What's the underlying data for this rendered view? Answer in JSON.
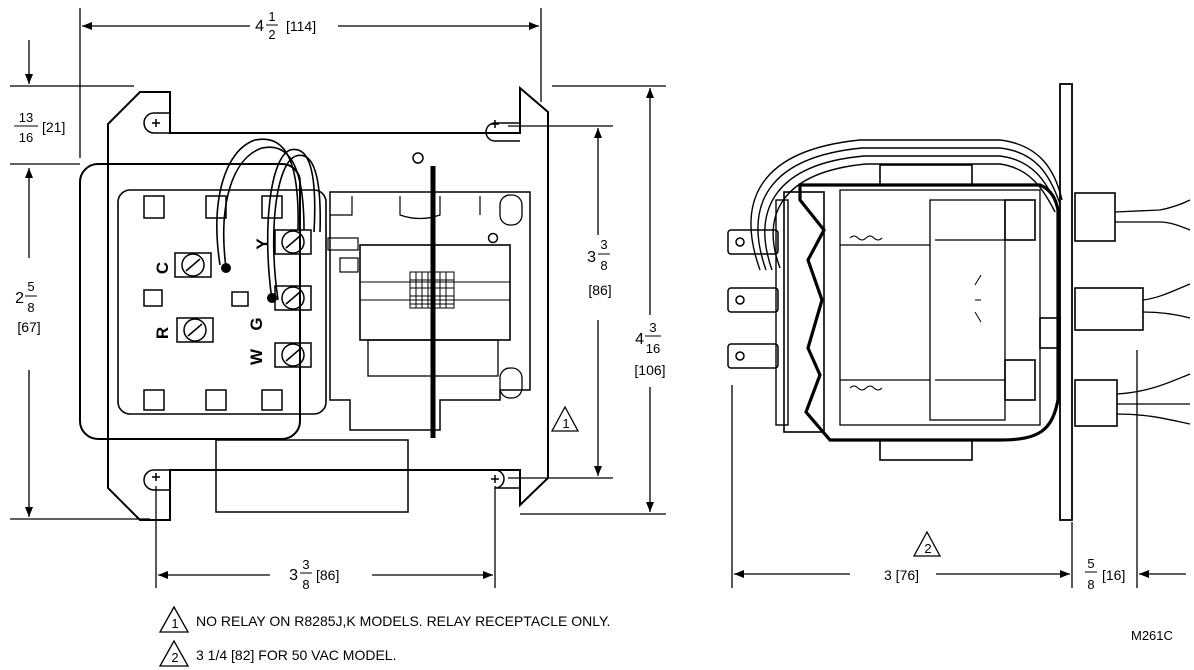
{
  "dimensions": {
    "width_top": {
      "whole": "4",
      "num": "1",
      "den": "2",
      "metric": "[114]"
    },
    "top_offset": {
      "num": "13",
      "den": "16",
      "metric": "[21]"
    },
    "left_height": {
      "whole": "2",
      "num": "5",
      "den": "8",
      "metric": "[67]"
    },
    "mount_vertical": {
      "whole": "3",
      "num": "3",
      "den": "8",
      "metric": "[86]"
    },
    "overall_height": {
      "whole": "4",
      "num": "3",
      "den": "16",
      "metric": "[106]"
    },
    "mount_horizontal": {
      "whole": "3",
      "num": "3",
      "den": "8",
      "metric": "[86]"
    },
    "side_depth": {
      "text": "3  [76]"
    },
    "side_stem": {
      "num": "5",
      "den": "8",
      "metric": "[16]"
    }
  },
  "terminals": {
    "c": "C",
    "r": "R",
    "y": "Y",
    "g": "G",
    "w": "W"
  },
  "callout_numbers": {
    "one": "1",
    "two": "2"
  },
  "notes": [
    {
      "number": "1",
      "text": "NO RELAY ON R8285J,K MODELS.  RELAY RECEPTACLE ONLY."
    },
    {
      "number": "2",
      "text": "3 1/4 [82] FOR 50 VAC MODEL."
    }
  ],
  "figure_code": "M261C"
}
